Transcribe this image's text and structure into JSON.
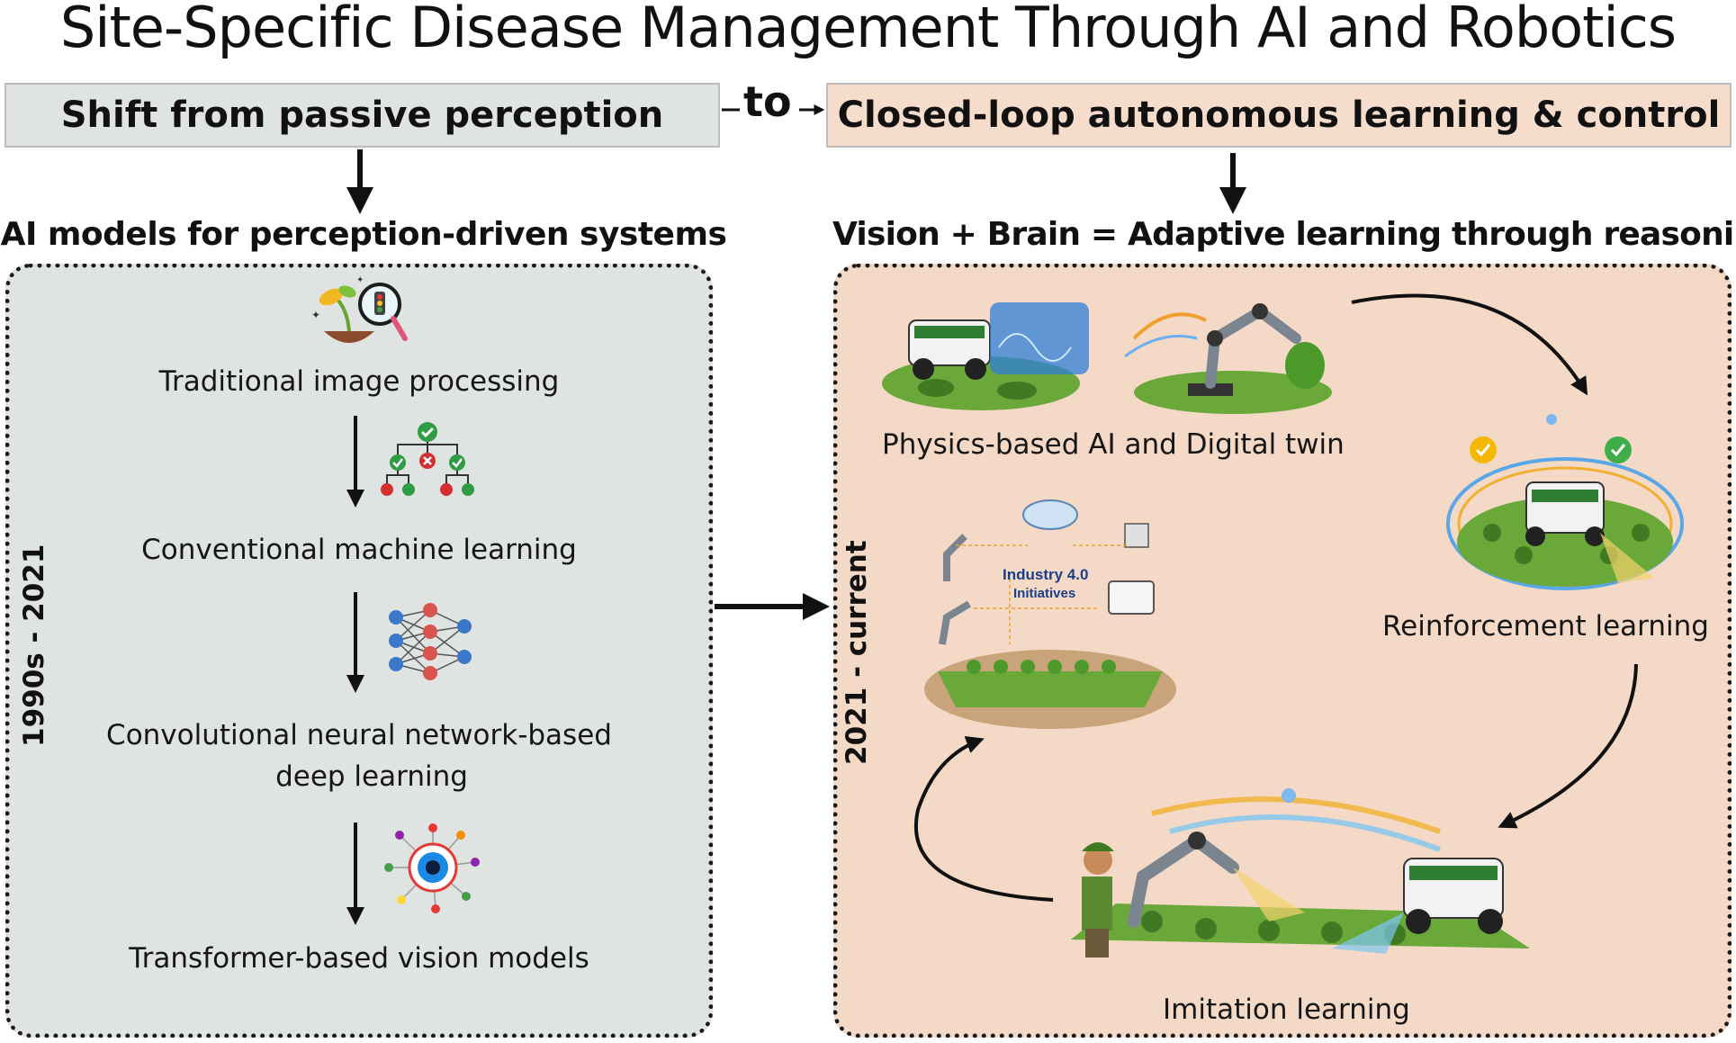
{
  "title": "Site-Specific Disease Management Through AI and Robotics",
  "banner": {
    "left": "Shift from passive perception",
    "connector": "to",
    "right": "Closed-loop autonomous learning & control"
  },
  "left_panel": {
    "heading": "AI models for perception-driven systems",
    "period": "1990s - 2021",
    "steps": [
      {
        "label": "Traditional image processing",
        "icon": "magnifier-plant-icon"
      },
      {
        "label": "Conventional machine learning",
        "icon": "decision-tree-icon"
      },
      {
        "label_line1": "Convolutional neural network-based",
        "label_line2": "deep learning",
        "icon": "neural-network-icon"
      },
      {
        "label": "Transformer-based vision models",
        "icon": "transformer-icon"
      }
    ]
  },
  "right_panel": {
    "heading": "Vision + Brain = Adaptive learning through reasoning",
    "period": "2021 - current",
    "physics_label": "Physics-based AI and Digital twin",
    "industry_label_line1": "Industry 4.0",
    "industry_label_line2": "Initiatives",
    "rl_label": "Reinforcement learning",
    "il_label": "Imitation learning"
  },
  "colors": {
    "left_panel_bg": "#dfe3e1",
    "right_panel_bg": "#f4d9c6",
    "left_banner_bg": "#dfe3e2",
    "right_banner_bg": "#f6dccb"
  }
}
